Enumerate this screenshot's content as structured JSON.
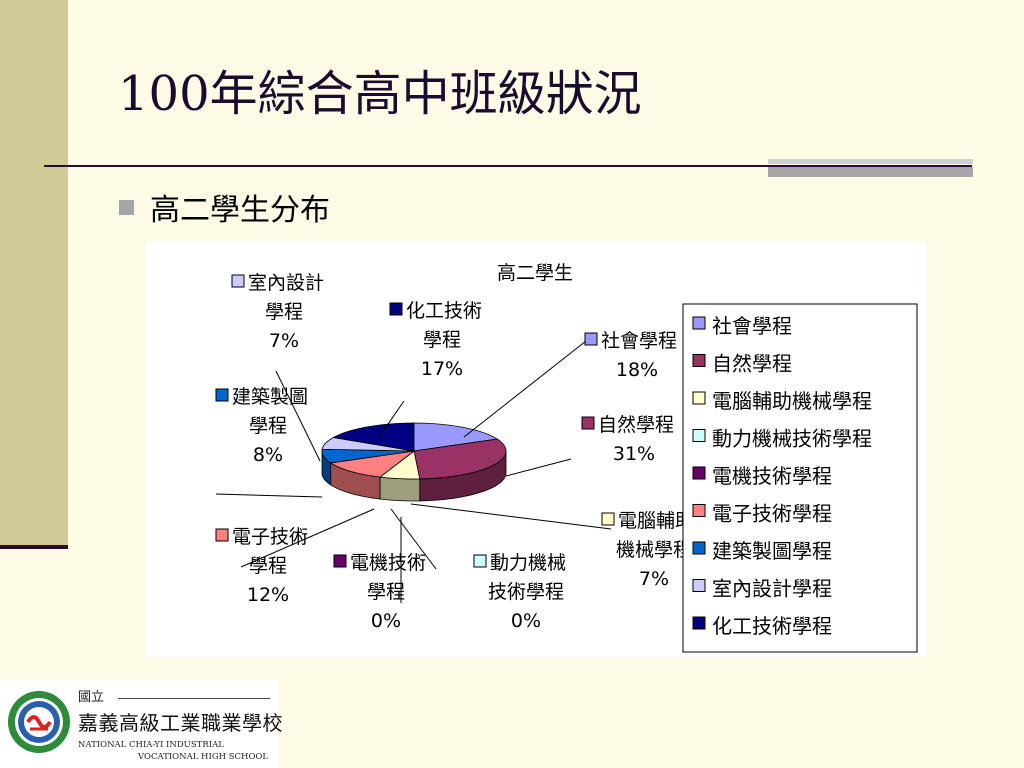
{
  "slide": {
    "title": "100年綜合高中班級狀況",
    "bullet": "高二學生分布"
  },
  "logo": {
    "small": "國立",
    "name": "嘉義高級工業職業學校",
    "en_line1": "NATIONAL CHIA-YI INDUSTRIAL",
    "en_line2": "VOCATIONAL HIGH SCHOOL"
  },
  "colors": {
    "background": "#fdfbe6",
    "band": "#cfcb97",
    "rule": "#2b0a2e"
  },
  "chart_data": {
    "type": "pie",
    "title": "高二學生",
    "three_d": true,
    "legend_position": "right",
    "slices": [
      {
        "label": "社會學程",
        "pct_label": "18%",
        "value": 18,
        "color": "#9999ff"
      },
      {
        "label": "自然學程",
        "pct_label": "31%",
        "value": 31,
        "color": "#993366"
      },
      {
        "label": "電腦輔助機械學程",
        "pct_label": "7%",
        "value": 7,
        "color": "#ffffcc"
      },
      {
        "label": "動力機械技術學程",
        "pct_label": "0%",
        "value": 0,
        "color": "#ccffff"
      },
      {
        "label": "電機技術學程",
        "pct_label": "0%",
        "value": 0,
        "color": "#660066"
      },
      {
        "label": "電子技術學程",
        "pct_label": "12%",
        "value": 12,
        "color": "#ff8080"
      },
      {
        "label": "建築製圖學程",
        "pct_label": "8%",
        "value": 8,
        "color": "#0066cc"
      },
      {
        "label": "室內設計學程",
        "pct_label": "7%",
        "value": 7,
        "color": "#ccccff"
      },
      {
        "label": "化工技術學程",
        "pct_label": "17%",
        "value": 17,
        "color": "#000080"
      }
    ],
    "callouts": [
      {
        "line1": "社會學程",
        "line2": "",
        "pct": "18%"
      },
      {
        "line1": "自然學程",
        "line2": "",
        "pct": "31%"
      },
      {
        "line1": "電腦輔助",
        "line2": "機械學程",
        "pct": "7%"
      },
      {
        "line1": "動力機械",
        "line2": "技術學程",
        "pct": "0%"
      },
      {
        "line1": "電機技術",
        "line2": "學程",
        "pct": "0%"
      },
      {
        "line1": "電子技術",
        "line2": "學程",
        "pct": "12%"
      },
      {
        "line1": "建築製圖",
        "line2": "學程",
        "pct": "8%"
      },
      {
        "line1": "室內設計",
        "line2": "學程",
        "pct": "7%"
      },
      {
        "line1": "化工技術",
        "line2": "學程",
        "pct": "17%"
      }
    ]
  }
}
